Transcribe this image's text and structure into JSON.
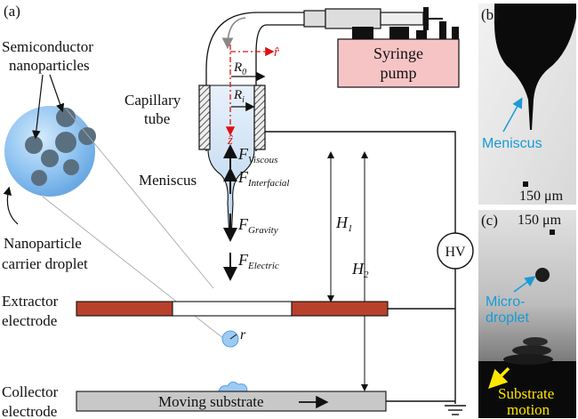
{
  "panel_a": {
    "tag": "(a)",
    "nanoparticle_label_line1": "Semiconductor",
    "nanoparticle_label_line2": "nanoparticles",
    "carrier_label_line1": "Nanoparticle",
    "carrier_label_line2": "carrier droplet",
    "capillary_label_line1": "Capillary",
    "capillary_label_line2": "tube",
    "meniscus_label": "Meniscus",
    "syringe_label_line1": "Syringe",
    "syringe_label_line2": "pump",
    "r_hat": "r̂",
    "z_hat": "ẑ",
    "R0": "R",
    "R0_sub": "0",
    "Ri": "R",
    "Ri_sub": "i",
    "forces": [
      {
        "sym": "F",
        "sub": "Viscous"
      },
      {
        "sym": "F",
        "sub": "Interfacial"
      },
      {
        "sym": "F",
        "sub": "Gravity"
      },
      {
        "sym": "F",
        "sub": "Electric"
      }
    ],
    "H1": "H",
    "H1_sub": "1",
    "H2": "H",
    "H2_sub": "2",
    "hv_label": "HV",
    "extractor_line1": "Extractor",
    "extractor_line2": "electrode",
    "collector_line1": "Collector",
    "collector_line2": "electrode",
    "droplet_radius": "r",
    "substrate_label": "Moving substrate"
  },
  "panel_b": {
    "tag": "(b)",
    "meniscus_label": "Meniscus",
    "scale": "150 μm"
  },
  "panel_c": {
    "tag": "(c)",
    "scale": "150 μm",
    "microdroplet_line1": "Micro-",
    "microdroplet_line2": "droplet",
    "motion_line1": "Substrate",
    "motion_line2": "motion"
  },
  "colors": {
    "electrode": "#b8412c",
    "syringe_pump": "#f7c4c6",
    "substrate": "#c8c8c8",
    "fluid": "#c8def2",
    "annotation_blue": "#1a9ad6",
    "annotation_red": "#d11111",
    "motion_yellow": "#ffe600"
  }
}
